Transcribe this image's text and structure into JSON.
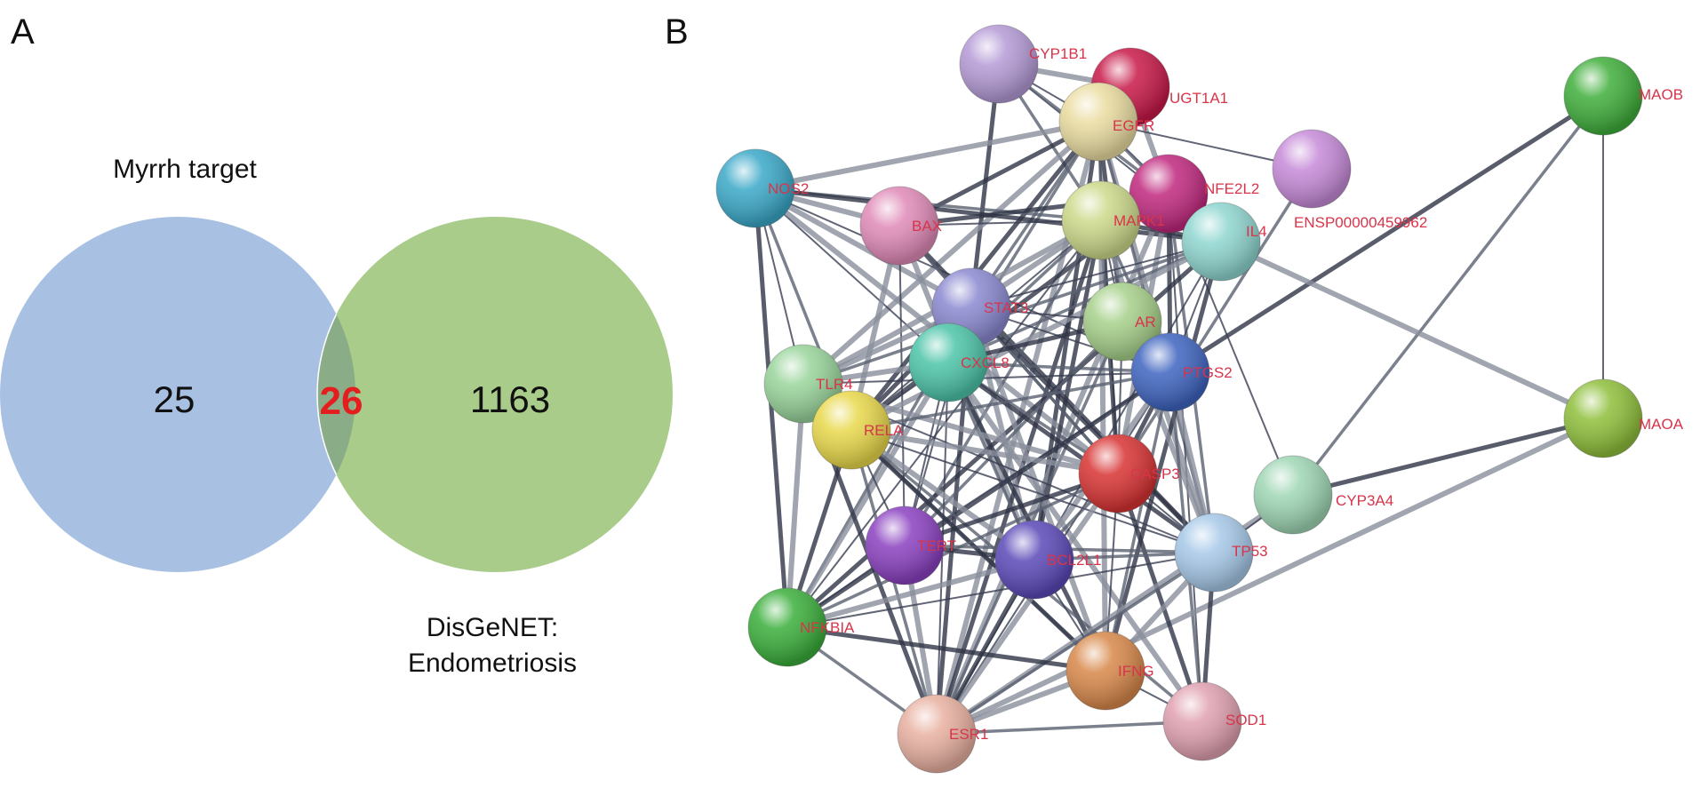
{
  "panels": {
    "a": "A",
    "b": "B"
  },
  "venn": {
    "left_set": {
      "label": "Myrrh target",
      "count": "25",
      "color": "#a8c1e3"
    },
    "right_set": {
      "label_line1": "DisGeNET:",
      "label_line2": "Endometriosis",
      "count": "1163",
      "color": "#a9cc8b"
    },
    "overlap": {
      "count": "26",
      "color": "#8aac86",
      "text_color": "#e41e1e"
    }
  },
  "network": {
    "nodes": [
      {
        "id": "CYP1B1",
        "label": "CYP1B1",
        "color": "#b49ad6"
      },
      {
        "id": "UGT1A1",
        "label": "UGT1A1",
        "color": "#c81848"
      },
      {
        "id": "EGFR",
        "label": "EGFR",
        "color": "#eadca0"
      },
      {
        "id": "MAOB",
        "label": "MAOB",
        "color": "#3fae3a"
      },
      {
        "id": "NOS2",
        "label": "NOS2",
        "color": "#3aa8c8"
      },
      {
        "id": "BAX",
        "label": "BAX",
        "color": "#e08ab8"
      },
      {
        "id": "NFE2L2",
        "label": "NFE2L2",
        "color": "#c0287e"
      },
      {
        "id": "ENSP",
        "label": "ENSP00000459962",
        "color": "#c68ad8"
      },
      {
        "id": "MAPK1",
        "label": "MAPK1",
        "color": "#ccd98a"
      },
      {
        "id": "IL4",
        "label": "IL4",
        "color": "#8fd6d0"
      },
      {
        "id": "STAT3",
        "label": "STAT3",
        "color": "#8a88d0"
      },
      {
        "id": "AR",
        "label": "AR",
        "color": "#a6d08a"
      },
      {
        "id": "CXCL8",
        "label": "CXCL8",
        "color": "#4cc4a8"
      },
      {
        "id": "TLR4",
        "label": "TLR4",
        "color": "#98d49a"
      },
      {
        "id": "PTGS2",
        "label": "PTGS2",
        "color": "#3e64c0"
      },
      {
        "id": "RELA",
        "label": "RELA",
        "color": "#e8d84a"
      },
      {
        "id": "MAOA",
        "label": "MAOA",
        "color": "#8ebf3a"
      },
      {
        "id": "CASP3",
        "label": "CASP3",
        "color": "#d83232"
      },
      {
        "id": "CYP3A4",
        "label": "CYP3A4",
        "color": "#9ed6b4"
      },
      {
        "id": "TERT",
        "label": "TERT",
        "color": "#8a40c0"
      },
      {
        "id": "BCL2L1",
        "label": "BCL2L1",
        "color": "#5a48b8"
      },
      {
        "id": "TP53",
        "label": "TP53",
        "color": "#a6c8e8"
      },
      {
        "id": "NFKBIA",
        "label": "NFKBIA",
        "color": "#3aae3a"
      },
      {
        "id": "IFNG",
        "label": "IFNG",
        "color": "#d8884a"
      },
      {
        "id": "SOD1",
        "label": "SOD1",
        "color": "#e0a0b0"
      },
      {
        "id": "ESR1",
        "label": "ESR1",
        "color": "#e8b0a0"
      }
    ],
    "edges": [
      [
        "CYP1B1",
        "EGFR"
      ],
      [
        "CYP1B1",
        "MAPK1"
      ],
      [
        "CYP1B1",
        "STAT3"
      ],
      [
        "CYP1B1",
        "UGT1A1"
      ],
      [
        "CYP1B1",
        "IL4"
      ],
      [
        "CYP1B1",
        "NFE2L2"
      ],
      [
        "UGT1A1",
        "EGFR"
      ],
      [
        "UGT1A1",
        "NFE2L2"
      ],
      [
        "EGFR",
        "MAPK1"
      ],
      [
        "EGFR",
        "STAT3"
      ],
      [
        "EGFR",
        "AR"
      ],
      [
        "EGFR",
        "PTGS2"
      ],
      [
        "EGFR",
        "CASP3"
      ],
      [
        "EGFR",
        "TP53"
      ],
      [
        "EGFR",
        "BAX"
      ],
      [
        "EGFR",
        "NOS2"
      ],
      [
        "EGFR",
        "ENSP"
      ],
      [
        "EGFR",
        "CXCL8"
      ],
      [
        "EGFR",
        "RELA"
      ],
      [
        "EGFR",
        "ESR1"
      ],
      [
        "EGFR",
        "IL4"
      ],
      [
        "EGFR",
        "NFE2L2"
      ],
      [
        "EGFR",
        "BCL2L1"
      ],
      [
        "EGFR",
        "TLR4"
      ],
      [
        "MAOB",
        "MAOA"
      ],
      [
        "MAOB",
        "CYP3A4"
      ],
      [
        "MAOB",
        "PTGS2"
      ],
      [
        "NOS2",
        "BAX"
      ],
      [
        "NOS2",
        "TLR4"
      ],
      [
        "NOS2",
        "RELA"
      ],
      [
        "NOS2",
        "NFKBIA"
      ],
      [
        "NOS2",
        "STAT3"
      ],
      [
        "NOS2",
        "CXCL8"
      ],
      [
        "NOS2",
        "MAPK1"
      ],
      [
        "NOS2",
        "IL4"
      ],
      [
        "NOS2",
        "CASP3"
      ],
      [
        "NOS2",
        "PTGS2"
      ],
      [
        "BAX",
        "CASP3"
      ],
      [
        "BAX",
        "TP53"
      ],
      [
        "BAX",
        "BCL2L1"
      ],
      [
        "BAX",
        "MAPK1"
      ],
      [
        "BAX",
        "STAT3"
      ],
      [
        "BAX",
        "NFE2L2"
      ],
      [
        "BAX",
        "RELA"
      ],
      [
        "BAX",
        "TERT"
      ],
      [
        "NFE2L2",
        "MAPK1"
      ],
      [
        "NFE2L2",
        "RELA"
      ],
      [
        "NFE2L2",
        "CASP3"
      ],
      [
        "NFE2L2",
        "SOD1"
      ],
      [
        "NFE2L2",
        "TP53"
      ],
      [
        "NFE2L2",
        "PTGS2"
      ],
      [
        "NFE2L2",
        "ESR1"
      ],
      [
        "NFE2L2",
        "CYP3A4"
      ],
      [
        "ENSP",
        "CASP3"
      ],
      [
        "MAPK1",
        "IL4"
      ],
      [
        "MAPK1",
        "STAT3"
      ],
      [
        "MAPK1",
        "AR"
      ],
      [
        "MAPK1",
        "PTGS2"
      ],
      [
        "MAPK1",
        "CASP3"
      ],
      [
        "MAPK1",
        "TP53"
      ],
      [
        "MAPK1",
        "RELA"
      ],
      [
        "MAPK1",
        "CXCL8"
      ],
      [
        "MAPK1",
        "ESR1"
      ],
      [
        "MAPK1",
        "TLR4"
      ],
      [
        "MAPK1",
        "NFKBIA"
      ],
      [
        "MAPK1",
        "TERT"
      ],
      [
        "MAPK1",
        "BCL2L1"
      ],
      [
        "MAPK1",
        "IFNG"
      ],
      [
        "IL4",
        "STAT3"
      ],
      [
        "IL4",
        "CXCL8"
      ],
      [
        "IL4",
        "IFNG"
      ],
      [
        "IL4",
        "RELA"
      ],
      [
        "IL4",
        "PTGS2"
      ],
      [
        "IL4",
        "TLR4"
      ],
      [
        "IL4",
        "NFKBIA"
      ],
      [
        "IL4",
        "MAOA"
      ],
      [
        "IL4",
        "ESR1"
      ],
      [
        "STAT3",
        "CXCL8"
      ],
      [
        "STAT3",
        "RELA"
      ],
      [
        "STAT3",
        "TLR4"
      ],
      [
        "STAT3",
        "PTGS2"
      ],
      [
        "STAT3",
        "CASP3"
      ],
      [
        "STAT3",
        "TP53"
      ],
      [
        "STAT3",
        "BCL2L1"
      ],
      [
        "STAT3",
        "TERT"
      ],
      [
        "STAT3",
        "NFKBIA"
      ],
      [
        "STAT3",
        "ESR1"
      ],
      [
        "STAT3",
        "IFNG"
      ],
      [
        "STAT3",
        "AR"
      ],
      [
        "AR",
        "ESR1"
      ],
      [
        "AR",
        "PTGS2"
      ],
      [
        "AR",
        "TP53"
      ],
      [
        "AR",
        "CASP3"
      ],
      [
        "AR",
        "TERT"
      ],
      [
        "AR",
        "CXCL8"
      ],
      [
        "CXCL8",
        "TLR4"
      ],
      [
        "CXCL8",
        "RELA"
      ],
      [
        "CXCL8",
        "PTGS2"
      ],
      [
        "CXCL8",
        "IFNG"
      ],
      [
        "CXCL8",
        "NFKBIA"
      ],
      [
        "CXCL8",
        "ESR1"
      ],
      [
        "CXCL8",
        "CASP3"
      ],
      [
        "CXCL8",
        "TP53"
      ],
      [
        "CXCL8",
        "SOD1"
      ],
      [
        "CXCL8",
        "TERT"
      ],
      [
        "CXCL8",
        "BCL2L1"
      ],
      [
        "TLR4",
        "RELA"
      ],
      [
        "TLR4",
        "NFKBIA"
      ],
      [
        "TLR4",
        "PTGS2"
      ],
      [
        "TLR4",
        "IFNG"
      ],
      [
        "TLR4",
        "ESR1"
      ],
      [
        "TLR4",
        "CASP3"
      ],
      [
        "TLR4",
        "TP53"
      ],
      [
        "PTGS2",
        "RELA"
      ],
      [
        "PTGS2",
        "CASP3"
      ],
      [
        "PTGS2",
        "TP53"
      ],
      [
        "PTGS2",
        "ESR1"
      ],
      [
        "PTGS2",
        "IFNG"
      ],
      [
        "PTGS2",
        "NFKBIA"
      ],
      [
        "PTGS2",
        "BCL2L1"
      ],
      [
        "PTGS2",
        "TERT"
      ],
      [
        "PTGS2",
        "SOD1"
      ],
      [
        "RELA",
        "NFKBIA"
      ],
      [
        "RELA",
        "CASP3"
      ],
      [
        "RELA",
        "TP53"
      ],
      [
        "RELA",
        "ESR1"
      ],
      [
        "RELA",
        "IFNG"
      ],
      [
        "RELA",
        "BCL2L1"
      ],
      [
        "RELA",
        "TERT"
      ],
      [
        "RELA",
        "SOD1"
      ],
      [
        "MAOA",
        "CYP3A4"
      ],
      [
        "MAOA",
        "ESR1"
      ],
      [
        "CASP3",
        "TP53"
      ],
      [
        "CASP3",
        "BCL2L1"
      ],
      [
        "CASP3",
        "TERT"
      ],
      [
        "CASP3",
        "ESR1"
      ],
      [
        "CASP3",
        "IFNG"
      ],
      [
        "CASP3",
        "NFKBIA"
      ],
      [
        "CASP3",
        "SOD1"
      ],
      [
        "CYP3A4",
        "ESR1"
      ],
      [
        "CYP3A4",
        "TP53"
      ],
      [
        "TERT",
        "TP53"
      ],
      [
        "TERT",
        "BCL2L1"
      ],
      [
        "TERT",
        "ESR1"
      ],
      [
        "TERT",
        "NFKBIA"
      ],
      [
        "BCL2L1",
        "TP53"
      ],
      [
        "BCL2L1",
        "ESR1"
      ],
      [
        "BCL2L1",
        "NFKBIA"
      ],
      [
        "BCL2L1",
        "IFNG"
      ],
      [
        "TP53",
        "ESR1"
      ],
      [
        "TP53",
        "SOD1"
      ],
      [
        "TP53",
        "IFNG"
      ],
      [
        "TP53",
        "NFKBIA"
      ],
      [
        "NFKBIA",
        "ESR1"
      ],
      [
        "NFKBIA",
        "IFNG"
      ],
      [
        "IFNG",
        "ESR1"
      ],
      [
        "IFNG",
        "SOD1"
      ],
      [
        "SOD1",
        "ESR1"
      ]
    ]
  }
}
